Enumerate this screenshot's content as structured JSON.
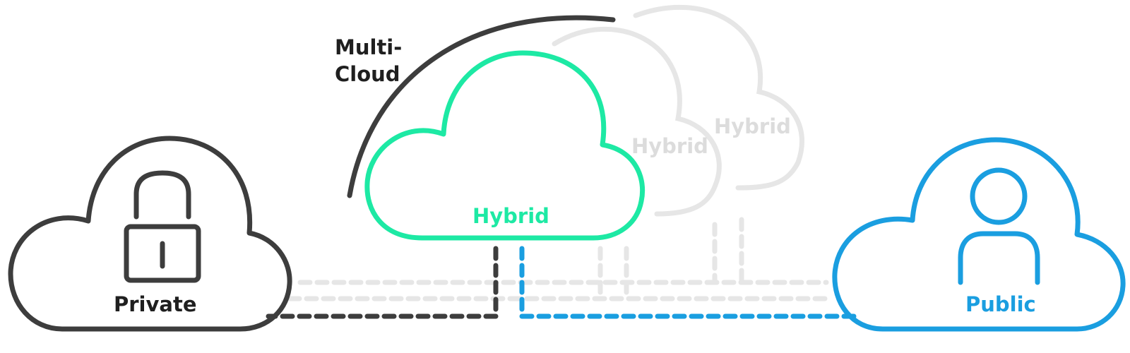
{
  "labels": {
    "multi_cloud_line1": "Multi-",
    "multi_cloud_line2": "Cloud",
    "private": "Private",
    "hybrid_main": "Hybrid",
    "hybrid_ghost_1": "Hybrid",
    "hybrid_ghost_2": "Hybrid",
    "public": "Public"
  },
  "colors": {
    "dark": "#3d3d3d",
    "hybrid": "#1de9a4",
    "public": "#1a9ee0",
    "ghost": "#e6e6e6",
    "ghost_text": "#dcdcdc"
  },
  "icons": {
    "private": "lock-icon",
    "public": "user-icon"
  }
}
